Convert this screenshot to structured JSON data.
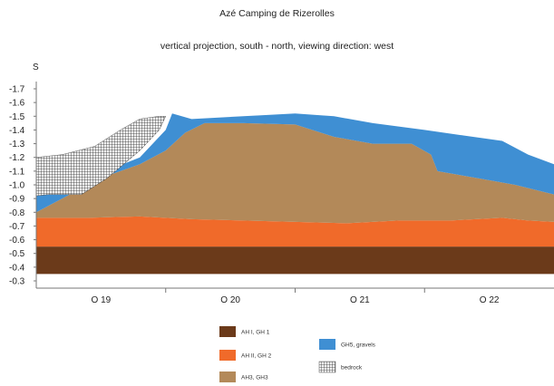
{
  "chart_data": {
    "type": "area",
    "title": "Azé Camping de Rizerolles",
    "subtitle": "vertical projection, south - north, viewing direction: west",
    "ylabel": "S",
    "xlabel": "",
    "ylim": [
      -1.7,
      -0.3
    ],
    "y_inverted": true,
    "y_ticks": [
      "-0.3",
      "-0.4",
      "-0.5",
      "-0.6",
      "-0.7",
      "-0.8",
      "-0.9",
      "-1.0",
      "-1.1",
      "-1.2",
      "-1.3",
      "-1.4",
      "-1.5",
      "-1.6",
      "-1.7"
    ],
    "x_categories": [
      "O 19",
      "O 20",
      "O 21",
      "O 22"
    ],
    "x_range": [
      0,
      4
    ],
    "layers": [
      {
        "name": "AH I, GH 1",
        "color": "#6b3a1a",
        "top": [
          [
            0,
            -0.35
          ],
          [
            4,
            -0.35
          ]
        ],
        "bottom": [
          [
            0,
            -0.55
          ],
          [
            4,
            -0.55
          ]
        ]
      },
      {
        "name": "AH II, GH 2",
        "color": "#f06a2a",
        "top": [
          [
            0,
            -0.55
          ],
          [
            4,
            -0.55
          ]
        ],
        "bottom": [
          [
            0,
            -0.76
          ],
          [
            0.4,
            -0.76
          ],
          [
            0.8,
            -0.77
          ],
          [
            1.2,
            -0.75
          ],
          [
            1.6,
            -0.74
          ],
          [
            2.0,
            -0.73
          ],
          [
            2.4,
            -0.72
          ],
          [
            2.8,
            -0.74
          ],
          [
            3.2,
            -0.74
          ],
          [
            3.6,
            -0.76
          ],
          [
            3.8,
            -0.74
          ],
          [
            4,
            -0.73
          ]
        ]
      },
      {
        "name": "AH3, GH3",
        "color": "#b38959",
        "top": [
          [
            0,
            -0.76
          ],
          [
            0.4,
            -0.76
          ],
          [
            0.8,
            -0.77
          ],
          [
            1.2,
            -0.75
          ],
          [
            1.6,
            -0.74
          ],
          [
            2.0,
            -0.73
          ],
          [
            2.4,
            -0.72
          ],
          [
            2.8,
            -0.74
          ],
          [
            3.2,
            -0.74
          ],
          [
            3.6,
            -0.76
          ],
          [
            3.8,
            -0.74
          ],
          [
            4,
            -0.73
          ]
        ],
        "bottom": [
          [
            0,
            -0.8
          ],
          [
            0.2,
            -0.9
          ],
          [
            0.5,
            -1.05
          ],
          [
            0.8,
            -1.15
          ],
          [
            1.0,
            -1.25
          ],
          [
            1.15,
            -1.38
          ],
          [
            1.3,
            -1.45
          ],
          [
            1.6,
            -1.45
          ],
          [
            2.0,
            -1.44
          ],
          [
            2.3,
            -1.35
          ],
          [
            2.6,
            -1.3
          ],
          [
            2.9,
            -1.3
          ],
          [
            3.05,
            -1.22
          ],
          [
            3.1,
            -1.1
          ],
          [
            3.4,
            -1.05
          ],
          [
            3.7,
            -1.0
          ],
          [
            4,
            -0.93
          ]
        ]
      },
      {
        "name": "GH5, gravels",
        "color": "#3f8fd3",
        "top": [
          [
            0,
            -0.8
          ],
          [
            0.2,
            -0.9
          ],
          [
            0.5,
            -1.05
          ],
          [
            0.8,
            -1.15
          ],
          [
            1.0,
            -1.25
          ],
          [
            1.15,
            -1.38
          ],
          [
            1.3,
            -1.45
          ],
          [
            1.6,
            -1.45
          ],
          [
            2.0,
            -1.44
          ],
          [
            2.3,
            -1.35
          ],
          [
            2.6,
            -1.3
          ],
          [
            2.9,
            -1.3
          ],
          [
            3.05,
            -1.22
          ],
          [
            3.1,
            -1.1
          ],
          [
            3.4,
            -1.05
          ],
          [
            3.7,
            -1.0
          ],
          [
            4,
            -0.93
          ]
        ],
        "bottom": [
          [
            0,
            -0.92
          ],
          [
            0.4,
            -1.05
          ],
          [
            0.8,
            -1.2
          ],
          [
            1.0,
            -1.4
          ],
          [
            1.05,
            -1.52
          ],
          [
            1.2,
            -1.48
          ],
          [
            1.6,
            -1.5
          ],
          [
            2.0,
            -1.52
          ],
          [
            2.3,
            -1.5
          ],
          [
            2.6,
            -1.45
          ],
          [
            3.0,
            -1.4
          ],
          [
            3.3,
            -1.36
          ],
          [
            3.6,
            -1.32
          ],
          [
            3.8,
            -1.22
          ],
          [
            4,
            -1.15
          ]
        ]
      },
      {
        "name": "bedrock",
        "color": "#888888",
        "pattern": "crosshatch",
        "top": [
          [
            0,
            -0.92
          ],
          [
            0.1,
            -0.93
          ],
          [
            0.35,
            -0.93
          ],
          [
            0.55,
            -1.05
          ],
          [
            0.8,
            -1.25
          ],
          [
            0.95,
            -1.4
          ],
          [
            1.0,
            -1.5
          ]
        ],
        "bottom": [
          [
            0,
            -1.2
          ],
          [
            0.2,
            -1.22
          ],
          [
            0.45,
            -1.28
          ],
          [
            0.65,
            -1.4
          ],
          [
            0.8,
            -1.48
          ],
          [
            0.95,
            -1.5
          ],
          [
            1.0,
            -1.5
          ]
        ]
      }
    ],
    "legend": [
      {
        "label": "AH I, GH 1",
        "color": "#6b3a1a"
      },
      {
        "label": "AH II, GH 2",
        "color": "#f06a2a"
      },
      {
        "label": "AH3, GH3",
        "color": "#b38959"
      },
      {
        "label": "GH5, gravels",
        "color": "#3f8fd3"
      },
      {
        "label": "bedrock",
        "color": "#888888",
        "pattern": "crosshatch"
      }
    ],
    "legend_position": "bottom-center",
    "grid": false
  }
}
